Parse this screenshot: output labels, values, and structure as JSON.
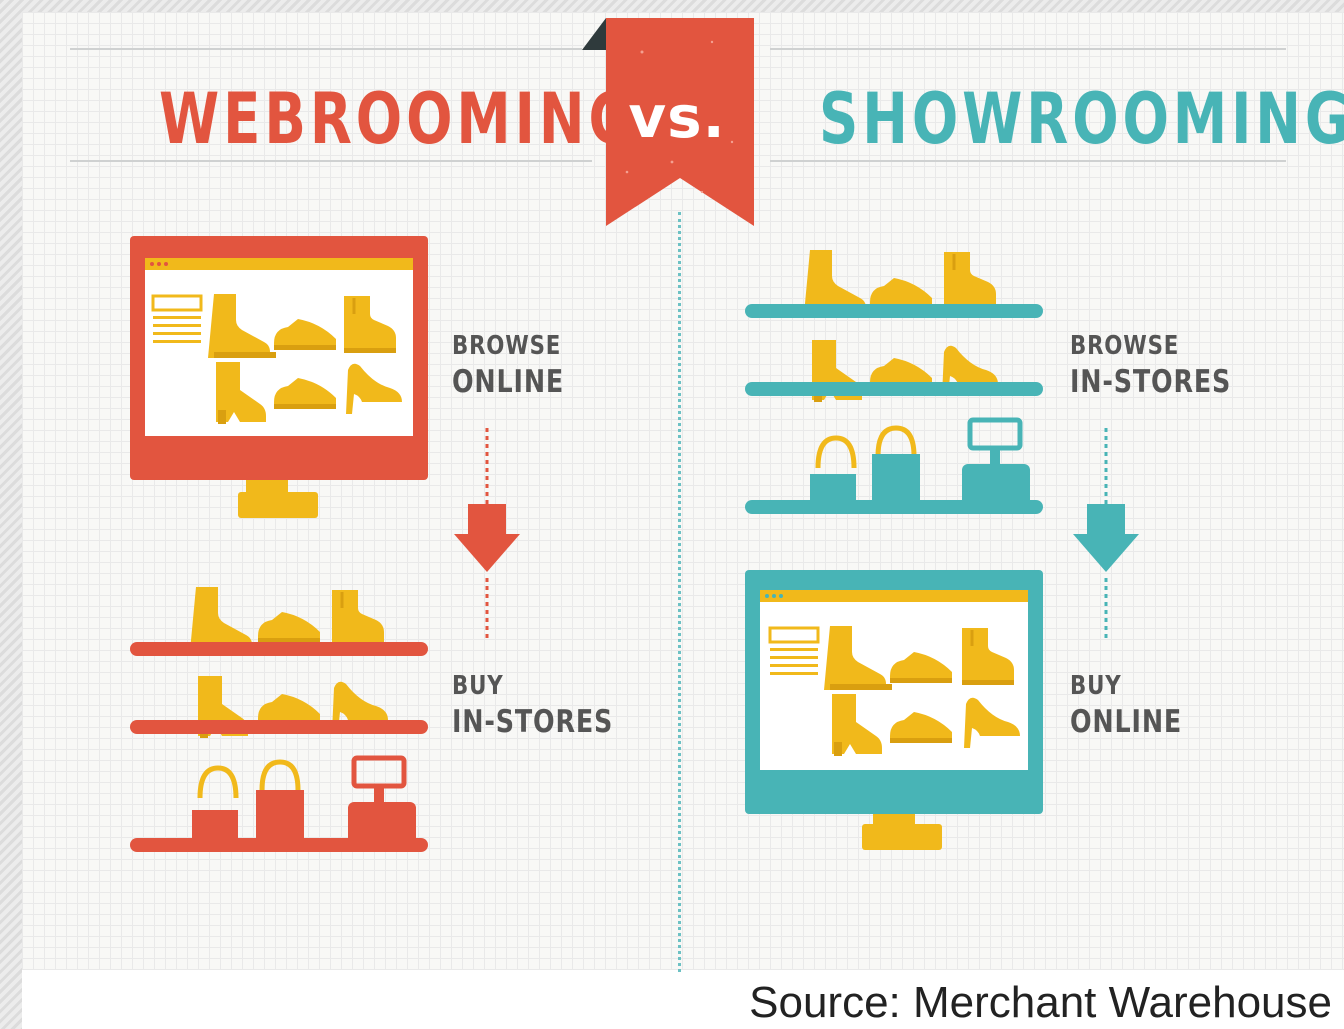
{
  "header": {
    "left_title": "WEBROOMING",
    "vs_label": "vs.",
    "right_title": "SHOWROOMING"
  },
  "webrooming": {
    "step1_top": "BROWSE",
    "step1_bottom": "ONLINE",
    "step2_top": "BUY",
    "step2_bottom": "IN-STORES"
  },
  "showrooming": {
    "step1_top": "BROWSE",
    "step1_bottom": "IN-STORES",
    "step2_top": "BUY",
    "step2_bottom": "ONLINE"
  },
  "source": "Source: Merchant Warehouse",
  "colors": {
    "webrooming_accent": "#e2553f",
    "showrooming_accent": "#48b4b6",
    "product_yellow": "#f1b91b"
  },
  "icons": [
    "monitor-icon",
    "boot-icon",
    "oxford-shoe-icon",
    "high-heel-icon",
    "shopping-bag-icon",
    "cash-register-icon",
    "down-arrow-icon"
  ]
}
